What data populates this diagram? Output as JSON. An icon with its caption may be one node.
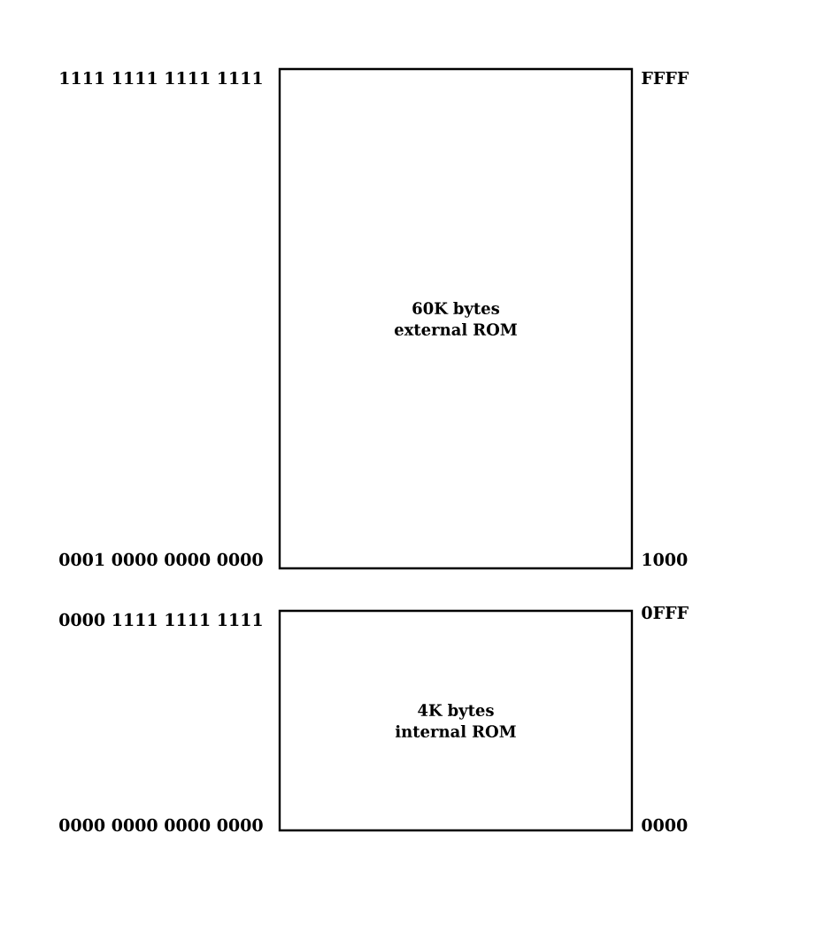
{
  "diagram": {
    "nodes": [
      {
        "text": [
          "60K bytes external ROM"
        ]
      },
      {
        "text": [
          "4K bytes internal ROM"
        ]
      }
    ],
    "labels": [
      "1111 1111 1111 1111",
      "FFFF",
      "0001 0000 0000 0000",
      "1000",
      "0000 1111 1111 1111",
      "0FFF",
      "0000 0000 0000 0000",
      "0000"
    ]
  }
}
